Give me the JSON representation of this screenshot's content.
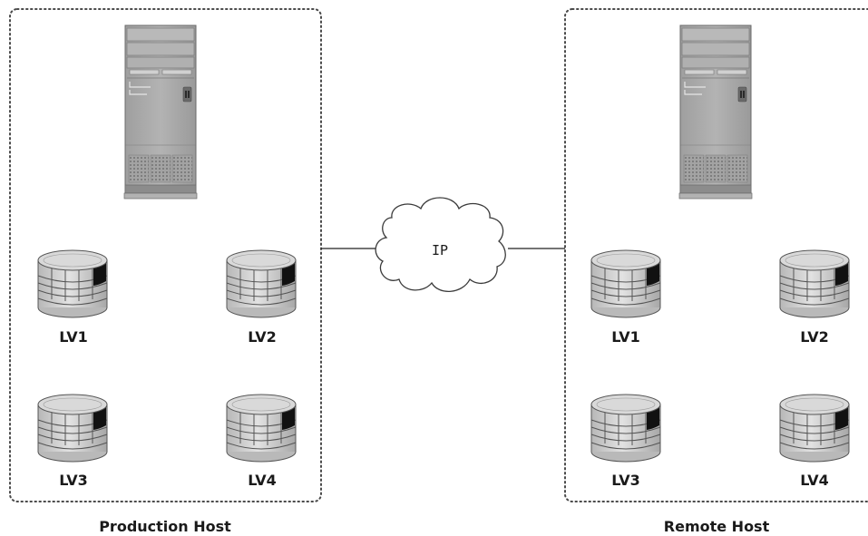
{
  "network": {
    "label": "IP"
  },
  "hosts": [
    {
      "name": "Production Host",
      "volumes": [
        "LV1",
        "LV2",
        "LV3",
        "LV4"
      ]
    },
    {
      "name": "Remote Host",
      "volumes": [
        "LV1",
        "LV2",
        "LV3",
        "LV4"
      ]
    }
  ],
  "icons": {
    "server": "server-tower-icon",
    "volume": "disk-volume-icon",
    "network": "cloud-icon"
  },
  "colors": {
    "server_body": "#a9a9a9",
    "volume_body": "#c9c9c9",
    "volume_accent": "#111111",
    "border": "#444444"
  }
}
